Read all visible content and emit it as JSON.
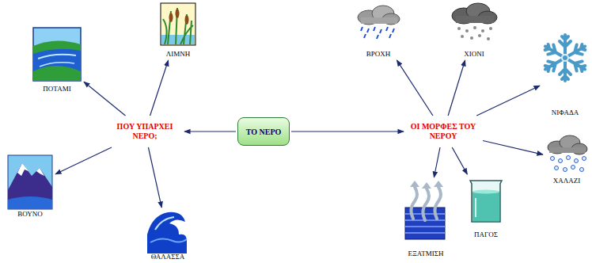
{
  "diagram": {
    "nodes": [
      {
        "text": [
          "ΤΟ ΝΕΡΟ"
        ]
      },
      {
        "text": [
          "ΠΟΥ ΥΠΑΡΧΕΙ ΝΕΡΟ;"
        ]
      },
      {
        "text": [
          "ΟΙ ΜΟΡΦΕΣ ΤΟΥ ΝΕΡΟΥ"
        ]
      },
      {
        "text": [
          "ΠΟΤΑΜΙ"
        ]
      },
      {
        "text": [
          "ΛΙΜΝΗ"
        ]
      },
      {
        "text": [
          "ΒΟΥΝΟ"
        ]
      },
      {
        "text": [
          "ΘΑΛΑΣΣΑ"
        ]
      },
      {
        "text": [
          "ΒΡΟΧΗ"
        ]
      },
      {
        "text": [
          "ΧΙΟΝΙ"
        ]
      },
      {
        "text": [
          "ΝΙΦΑΔΑ"
        ]
      },
      {
        "text": [
          "ΧΑΛΑΖΙ"
        ]
      },
      {
        "text": [
          "ΠΑΓΟΣ"
        ]
      },
      {
        "text": [
          "ΕΞΑΤΜΙΣΗ"
        ]
      }
    ],
    "edges": [
      {
        "from": 0,
        "to": 1,
        "arrow": "to"
      },
      {
        "from": 0,
        "to": 2,
        "arrow": "to"
      },
      {
        "from": 1,
        "to": 3,
        "arrow": "to"
      },
      {
        "from": 1,
        "to": 4,
        "arrow": "to"
      },
      {
        "from": 1,
        "to": 5,
        "arrow": "to"
      },
      {
        "from": 1,
        "to": 6,
        "arrow": "to"
      },
      {
        "from": 2,
        "to": 7,
        "arrow": "to"
      },
      {
        "from": 2,
        "to": 8,
        "arrow": "to"
      },
      {
        "from": 2,
        "to": 9,
        "arrow": "to"
      },
      {
        "from": 2,
        "to": 10,
        "arrow": "to"
      },
      {
        "from": 2,
        "to": 11,
        "arrow": "to"
      },
      {
        "from": 2,
        "to": 12,
        "arrow": "to"
      }
    ]
  }
}
